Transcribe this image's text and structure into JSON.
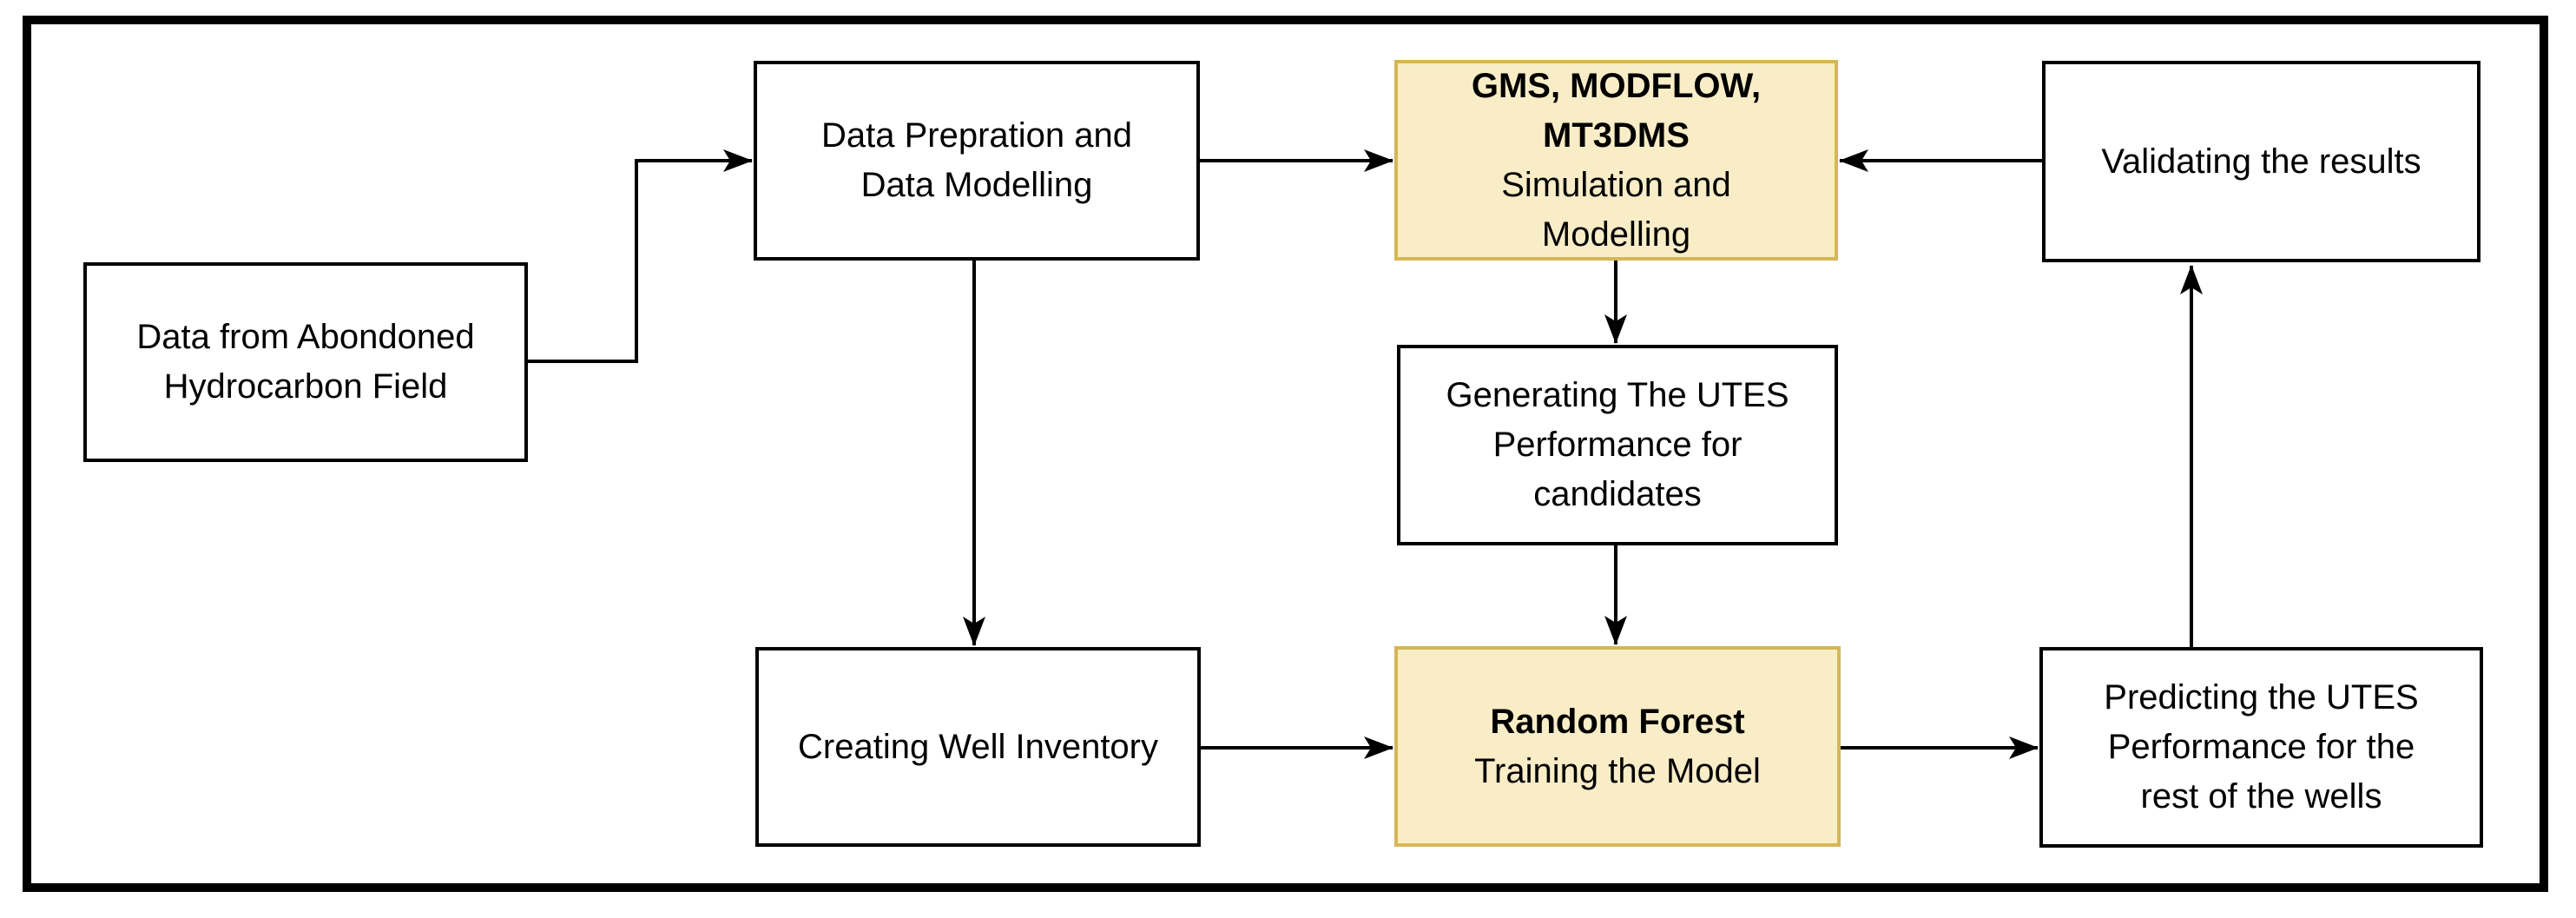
{
  "diagram": {
    "type": "flowchart",
    "nodes": {
      "data_source": {
        "lines": [
          "Data from Abondoned",
          "Hydrocarbon Field"
        ]
      },
      "data_preparation": {
        "lines": [
          "Data Prepration and",
          "Data Modelling"
        ]
      },
      "simulation": {
        "bold_lines": [
          "GMS, MODFLOW,",
          "MT3DMS"
        ],
        "lines": [
          "Simulation and",
          "Modelling"
        ]
      },
      "validation": {
        "lines": [
          "Validating the results"
        ]
      },
      "generation": {
        "lines": [
          "Generating The UTES",
          "Performance for",
          "candidates"
        ]
      },
      "well_inventory": {
        "lines": [
          "Creating Well Inventory"
        ]
      },
      "random_forest": {
        "bold_lines": [
          "Random Forest"
        ],
        "lines": [
          "Training the Model"
        ]
      },
      "prediction": {
        "lines": [
          "Predicting the UTES",
          "Performance for the",
          "rest of the wells"
        ]
      }
    },
    "edges": [
      "data_source -> data_preparation",
      "data_preparation -> simulation",
      "validation -> simulation",
      "simulation -> generation",
      "generation -> random_forest",
      "data_preparation -> well_inventory",
      "well_inventory -> random_forest",
      "random_forest -> prediction",
      "prediction -> validation"
    ],
    "colors": {
      "background": "#ffffff",
      "text": "#000000",
      "box_border": "#000000",
      "highlight_fill": "#f9edc7",
      "highlight_border": "#d6b656",
      "arrow": "#000000"
    }
  }
}
